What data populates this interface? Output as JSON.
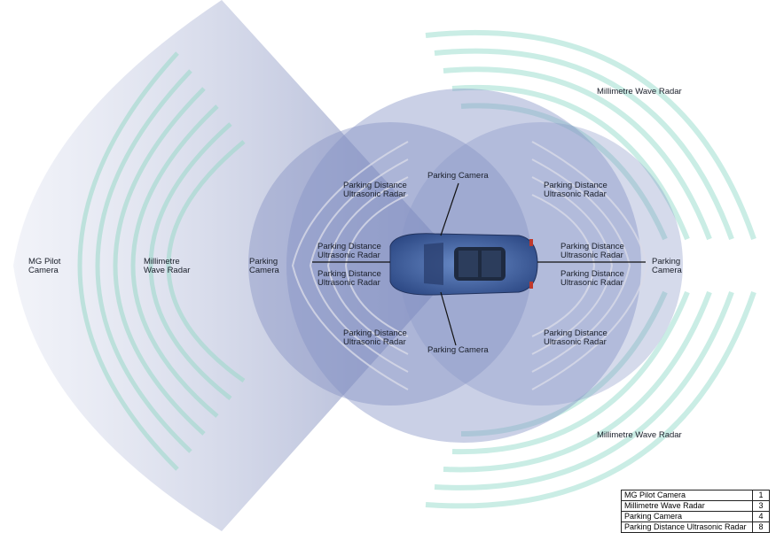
{
  "labels": {
    "mg_pilot_camera": "MG Pilot\nCamera",
    "mmw_radar_rear": "Millimetre\nWave Radar",
    "parking_camera_rear": "Parking\nCamera",
    "pd_upper_left": "Parking Distance\nUltrasonic Radar",
    "pd_mid_left_top": "Parking Distance\nUltrasonic Radar",
    "pd_mid_left_bottom": "Parking Distance\nUltrasonic Radar",
    "pd_lower_left": "Parking Distance\nUltrasonic Radar",
    "parking_camera_top": "Parking Camera",
    "parking_camera_bottom": "Parking Camera",
    "pd_upper_right": "Parking Distance\nUltrasonic Radar",
    "pd_mid_right_top": "Parking Distance\nUltrasonic Radar",
    "pd_mid_right_bottom": "Parking Distance\nUltrasonic Radar",
    "pd_lower_right": "Parking Distance\nUltrasonic Radar",
    "parking_camera_front": "Parking\nCamera",
    "mmw_radar_front_top": "Millimetre Wave Radar",
    "mmw_radar_front_bottom": "Millimetre Wave Radar"
  },
  "legend": [
    {
      "name": "MG Pilot Camera",
      "count": "1"
    },
    {
      "name": "Millimetre Wave Radar",
      "count": "3"
    },
    {
      "name": "Parking Camera",
      "count": "4"
    },
    {
      "name": "Parking Distance Ultrasonic Radar",
      "count": "8"
    }
  ],
  "colors": {
    "camera_blue": "#6f7fb6",
    "radar_teal": "#8fd8c8",
    "car_body": "#4a6aa8"
  }
}
